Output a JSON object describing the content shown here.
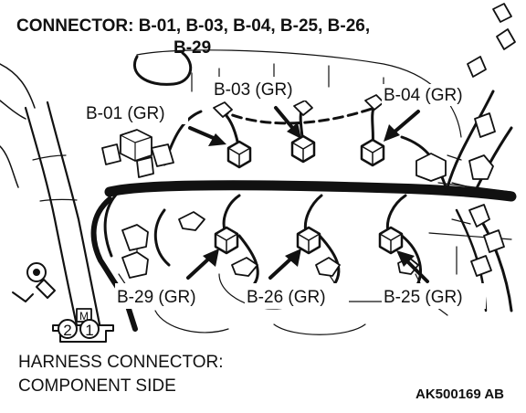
{
  "header": {
    "line1": "CONNECTOR: B-01, B-03, B-04, B-25, B-26,",
    "line2": "B-29"
  },
  "labels": {
    "b01": "B-01 (GR)",
    "b03": "B-03 (GR)",
    "b04": "B-04 (GR)",
    "b29": "B-29 (GR)",
    "b26": "B-26 (GR)",
    "b25": "B-25 (GR)"
  },
  "connector_symbol": {
    "tag": "M",
    "pin_left": "2",
    "pin_right": "1"
  },
  "footer": {
    "line1": "HARNESS CONNECTOR:",
    "line2": "COMPONENT SIDE",
    "code": "AK500169 AB"
  },
  "colors": {
    "ink": "#111111",
    "background": "#ffffff"
  }
}
